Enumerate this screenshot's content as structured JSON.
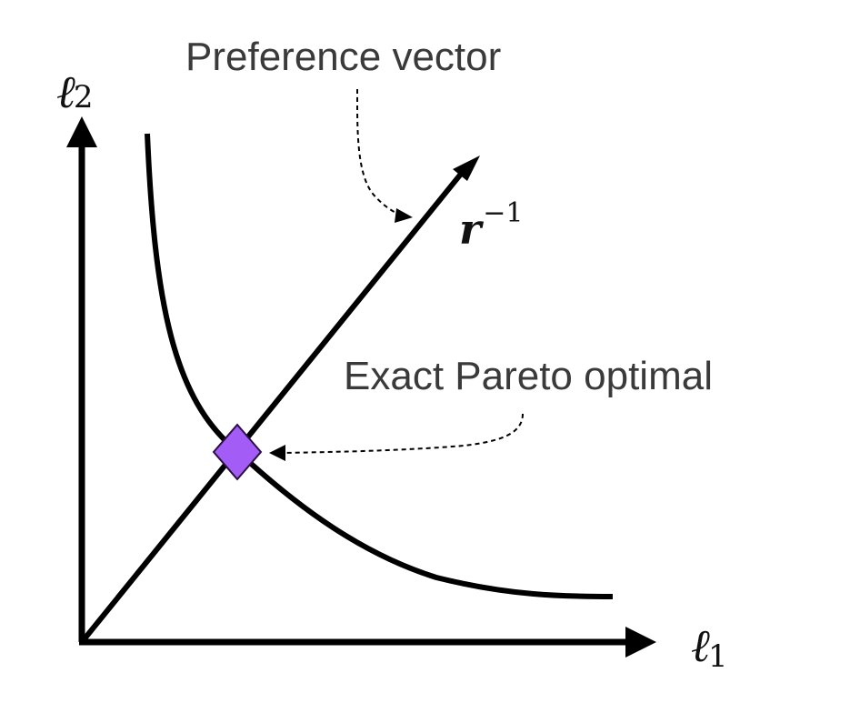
{
  "annotations": {
    "preference_vector": "Preference vector",
    "exact_pareto": "Exact Pareto optimal"
  },
  "axes": {
    "x_label": {
      "symbol": "ℓ",
      "subscript": "1"
    },
    "y_label": {
      "symbol": "ℓ",
      "subscript": "2"
    }
  },
  "vector_label": {
    "symbol": "r",
    "superscript": "−1"
  },
  "colors": {
    "stroke": "#000000",
    "text": "#3a3a3a",
    "marker_fill": "#a35cf5",
    "marker_stroke": "#2a1040"
  },
  "marker": {
    "shape": "diamond"
  }
}
